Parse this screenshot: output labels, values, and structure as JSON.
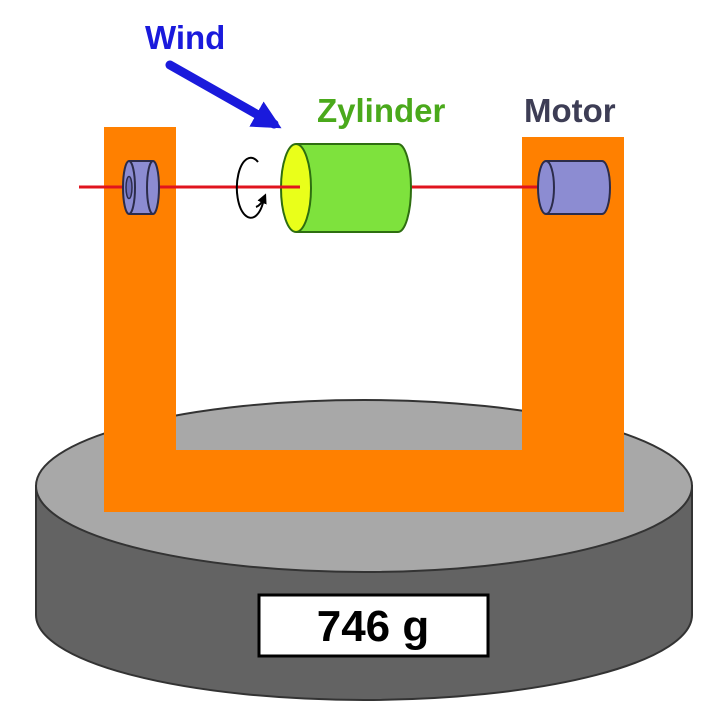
{
  "labels": {
    "wind": "Wind",
    "cylinder": "Zylinder",
    "motor": "Motor",
    "scale_reading": "746 g"
  },
  "colors": {
    "wind_label": "#1a1adc",
    "wind_arrow": "#1a1adc",
    "cylinder_label": "#4aa91b",
    "motor_label": "#3d3d55",
    "frame": "#ff8000",
    "axle": "#e0141e",
    "cylinder_body": "#7ee23d",
    "cylinder_end": "#e9ff1a",
    "motor_body": "#8c8cd2",
    "bearing": "#8c8cd2",
    "scale_top": "#a8a8a8",
    "scale_side": "#636363",
    "display_bg": "#ffffff"
  },
  "icons": {
    "rotation": "rotation-arrow-icon",
    "wind_arrow": "wind-arrow-icon"
  }
}
